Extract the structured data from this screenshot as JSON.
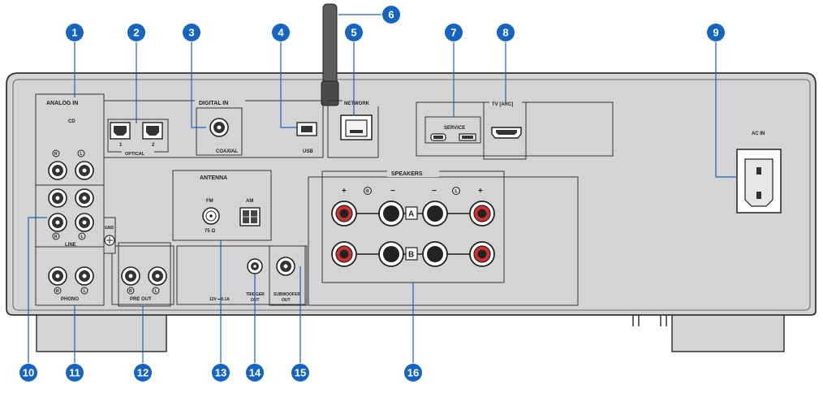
{
  "panel_labels": {
    "analog_in": "ANALOG IN",
    "cd": "CD",
    "line": "LINE",
    "gnd": "GND",
    "phono": "PHONO",
    "digital_in": "DIGITAL IN",
    "optical_1": "1",
    "optical_2": "2",
    "optical": "OPTICAL",
    "coaxial": "COAXIAL",
    "usb": "USB",
    "network": "NETWORK",
    "service": "SERVICE",
    "tv_arc": "TV [ARC]",
    "ac_in": "AC IN",
    "antenna": "ANTENNA",
    "fm": "FM",
    "am": "AM",
    "ohm": "75 Ω",
    "speakers": "SPEAKERS",
    "spk_plus": "+",
    "spk_minus": "−",
    "spk_a": "A",
    "spk_b": "B",
    "right_mark": "R",
    "left_mark": "L",
    "pre_out": "PRE OUT",
    "trigger_spec": "12V ⎓0.1A",
    "trigger_out": "TRIGGER",
    "trigger_out2": "OUT",
    "subwoofer_out": "SUBWOOFER",
    "subwoofer_out2": "OUT"
  },
  "callouts": [
    "1",
    "2",
    "3",
    "4",
    "5",
    "6",
    "7",
    "8",
    "9",
    "10",
    "11",
    "12",
    "13",
    "14",
    "15",
    "16"
  ],
  "colors": {
    "callout_blue": "#1565c0",
    "panel_gray": "#d4d4d4",
    "speaker_red": "#d32f2f"
  }
}
